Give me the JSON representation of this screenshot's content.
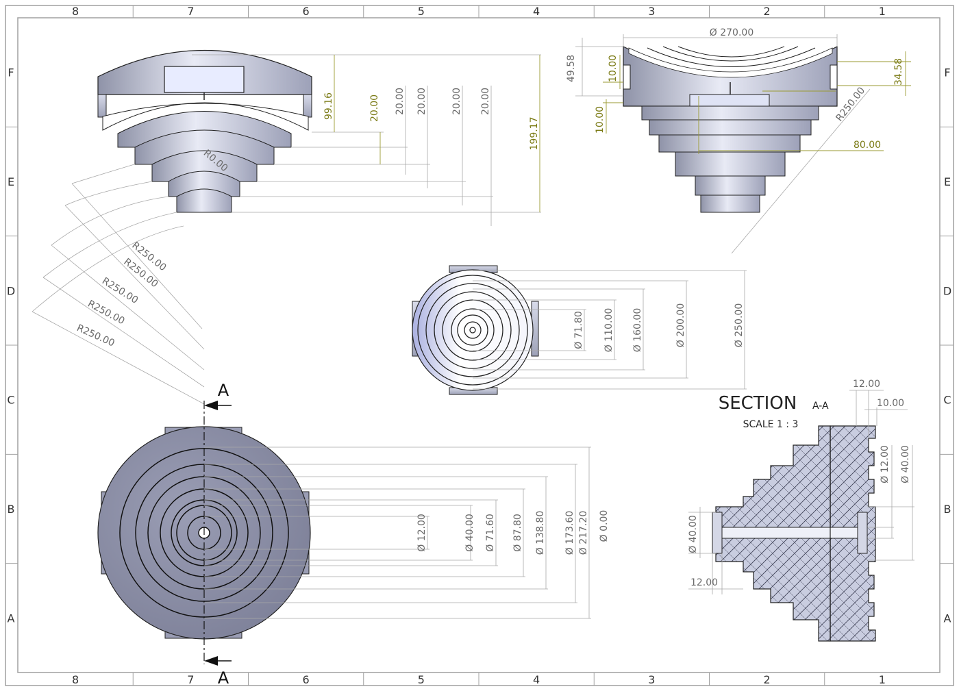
{
  "sheet": {
    "zones_top": [
      "8",
      "7",
      "6",
      "5",
      "4",
      "3",
      "2",
      "1"
    ],
    "zones_side": [
      "F",
      "E",
      "D",
      "C",
      "B",
      "A"
    ]
  },
  "section": {
    "title": "SECTION",
    "title_suffix": "A-A",
    "scale": "SCALE 1 : 3",
    "cut_label": "A"
  },
  "front_view": {
    "dims_green": [
      "99.16",
      "20.00",
      "199.17"
    ],
    "dims_gray": [
      "20.00",
      "20.00",
      "20.00",
      "20.00"
    ],
    "inner_radius": "R0.00",
    "radii": [
      "R250.00",
      "R250.00",
      "R250.00",
      "R250.00",
      "R250.00"
    ]
  },
  "right_view": {
    "dia": "Ø 270.00",
    "d49": "49.58",
    "d10a": "10.00",
    "d10b": "10.00",
    "d34": "34.58",
    "r250": "R250.00",
    "d80": "80.00"
  },
  "bottom_view": {
    "dias": [
      "Ø 71.80",
      "Ø 110.00",
      "Ø 160.00",
      "Ø 200.00",
      "Ø 250.00"
    ]
  },
  "top_view": {
    "dias": [
      "Ø 12.00",
      "Ø 40.00",
      "Ø 71.60",
      "Ø 87.80",
      "Ø 138.80",
      "Ø 173.60",
      "Ø 217.20",
      "Ø 0.00"
    ]
  },
  "section_view": {
    "d12top": "12.00",
    "d10top": "10.00",
    "d12v": "Ø 12.00",
    "d40v": "Ø 40.00",
    "d40left": "Ø 40.00",
    "d12bottom": "12.00"
  }
}
